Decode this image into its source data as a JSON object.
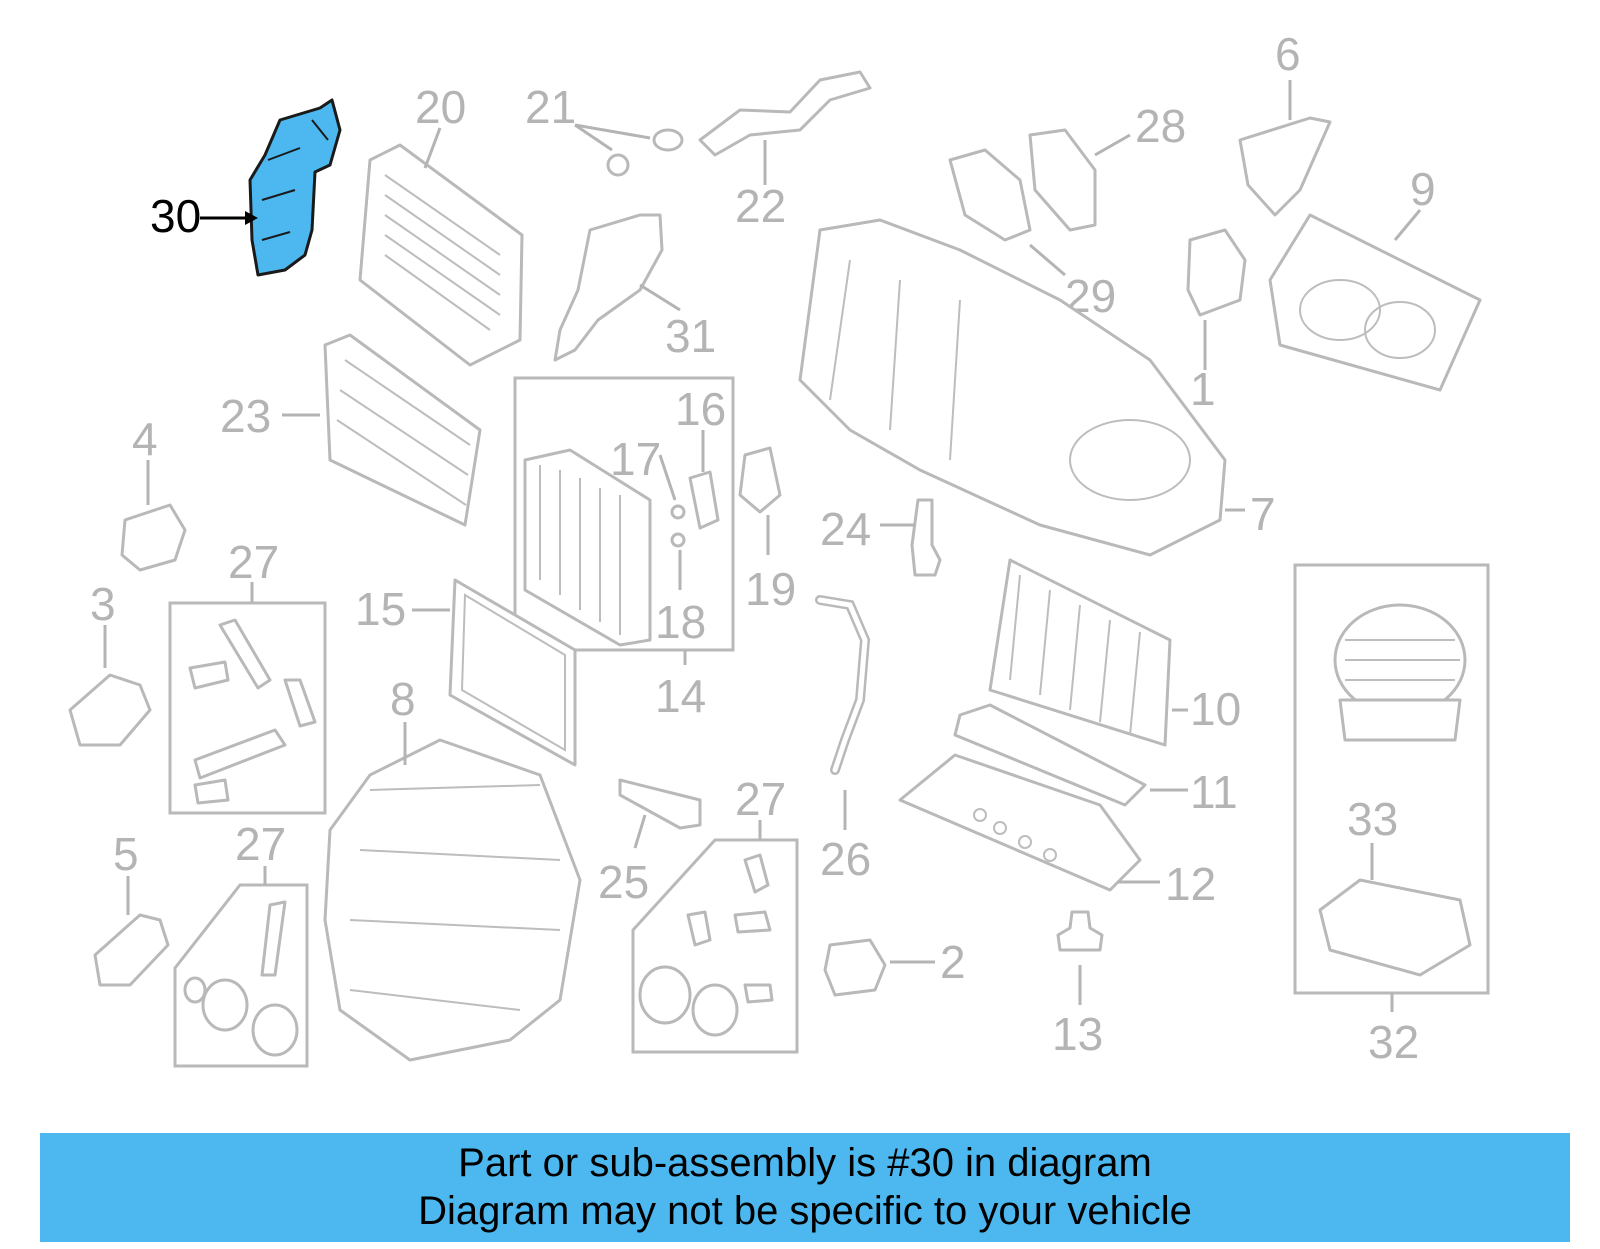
{
  "highlight_color": "#4cb8ef",
  "callouts": {
    "c1": "1",
    "c2": "2",
    "c3": "3",
    "c4": "4",
    "c5": "5",
    "c6": "6",
    "c7": "7",
    "c8": "8",
    "c9": "9",
    "c10": "10",
    "c11": "11",
    "c12": "12",
    "c13": "13",
    "c14": "14",
    "c15": "15",
    "c16": "16",
    "c17": "17",
    "c18": "18",
    "c19": "19",
    "c20": "20",
    "c21": "21",
    "c22": "22",
    "c23": "23",
    "c24": "24",
    "c25": "25",
    "c26": "26",
    "c27a": "27",
    "c27b": "27",
    "c27c": "27",
    "c28": "28",
    "c29": "29",
    "c30": "30",
    "c31": "31",
    "c32": "32",
    "c33": "33"
  },
  "banner": {
    "line1": "Part or sub-assembly is #30 in diagram",
    "line2": "Diagram may not be specific to your vehicle"
  }
}
